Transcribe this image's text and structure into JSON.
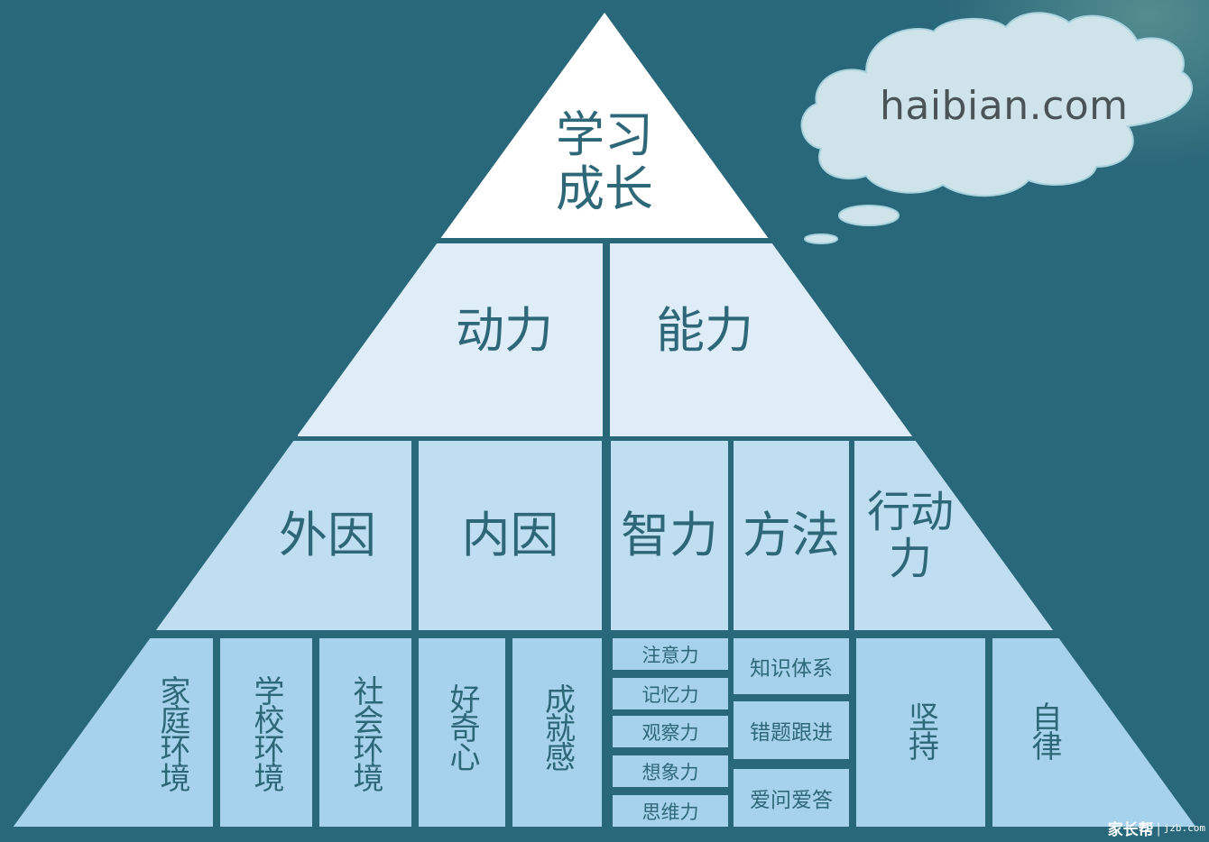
{
  "colors": {
    "background": "#29687a",
    "apex_fill": "#ffffff",
    "tier2_fill": "#deedf8",
    "tier3_fill": "#c0def2",
    "tier4_fill": "#a7d2ee",
    "text": "#2e6878",
    "cloud_fill": "#cfe3ea"
  },
  "apex": {
    "line1": "学习",
    "line2": "成长"
  },
  "tier2": [
    {
      "label": "动力"
    },
    {
      "label": "能力"
    }
  ],
  "tier3": [
    {
      "label": "外因"
    },
    {
      "label": "内因"
    },
    {
      "label": "智力"
    },
    {
      "label": "方法"
    },
    {
      "label": "行动力"
    }
  ],
  "tier4": {
    "columns": [
      {
        "label": "家庭环境"
      },
      {
        "label": "学校环境"
      },
      {
        "label": "社会环境"
      },
      {
        "label": "好奇心"
      },
      {
        "label": "成就感"
      }
    ],
    "intelligence_items": [
      {
        "label": "注意力"
      },
      {
        "label": "记忆力"
      },
      {
        "label": "观察力"
      },
      {
        "label": "想象力"
      },
      {
        "label": "思维力"
      }
    ],
    "method_items": [
      {
        "label": "知识体系"
      },
      {
        "label": "错题跟进"
      },
      {
        "label": "爱问爱答"
      }
    ],
    "action_items": [
      {
        "label": "坚持"
      },
      {
        "label": "自律"
      }
    ]
  },
  "cloud": {
    "text": "haibian.com"
  },
  "watermark": {
    "brand": "家长帮",
    "separator": "|",
    "url": "jzb.com"
  }
}
